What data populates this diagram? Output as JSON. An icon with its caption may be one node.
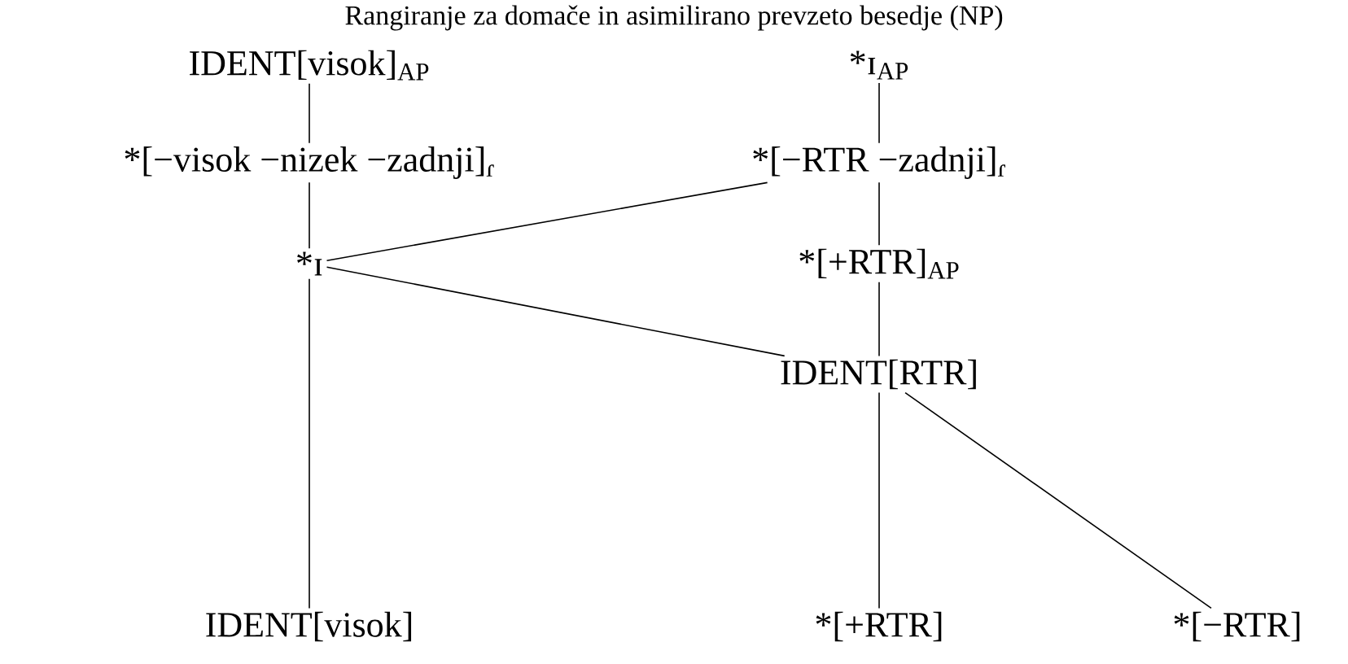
{
  "diagram": {
    "title": "Rangiranje za domače in asimilirano prevzeto besedje (NP)",
    "nodes": [
      {
        "text": [
          "IDENT[visok]$_{AP}$"
        ]
      },
      {
        "text": [
          "*ɪ$_{AP}$"
        ]
      },
      {
        "text": [
          "*[−visok −nizek −zadnji]$_{ɾ}$"
        ]
      },
      {
        "text": [
          "*[−RTR −zadnji]$_{ɾ}$"
        ]
      },
      {
        "text": [
          "*ɪ"
        ]
      },
      {
        "text": [
          "*[+RTR]$_{AP}$"
        ]
      },
      {
        "text": [
          "IDENT[RTR]"
        ]
      },
      {
        "text": [
          "IDENT[visok]"
        ]
      },
      {
        "text": [
          "*[+RTR]"
        ]
      },
      {
        "text": [
          "*[−RTR]"
        ]
      }
    ],
    "edges": [
      {
        "from": 0,
        "to": 2,
        "arrow": "none"
      },
      {
        "from": 1,
        "to": 3,
        "arrow": "none"
      },
      {
        "from": 2,
        "to": 4,
        "arrow": "none"
      },
      {
        "from": 3,
        "to": 4,
        "arrow": "none"
      },
      {
        "from": 3,
        "to": 5,
        "arrow": "none"
      },
      {
        "from": 4,
        "to": 6,
        "arrow": "none"
      },
      {
        "from": 4,
        "to": 7,
        "arrow": "none"
      },
      {
        "from": 5,
        "to": 6,
        "arrow": "none"
      },
      {
        "from": 6,
        "to": 8,
        "arrow": "none"
      },
      {
        "from": 6,
        "to": 9,
        "arrow": "none"
      }
    ]
  }
}
